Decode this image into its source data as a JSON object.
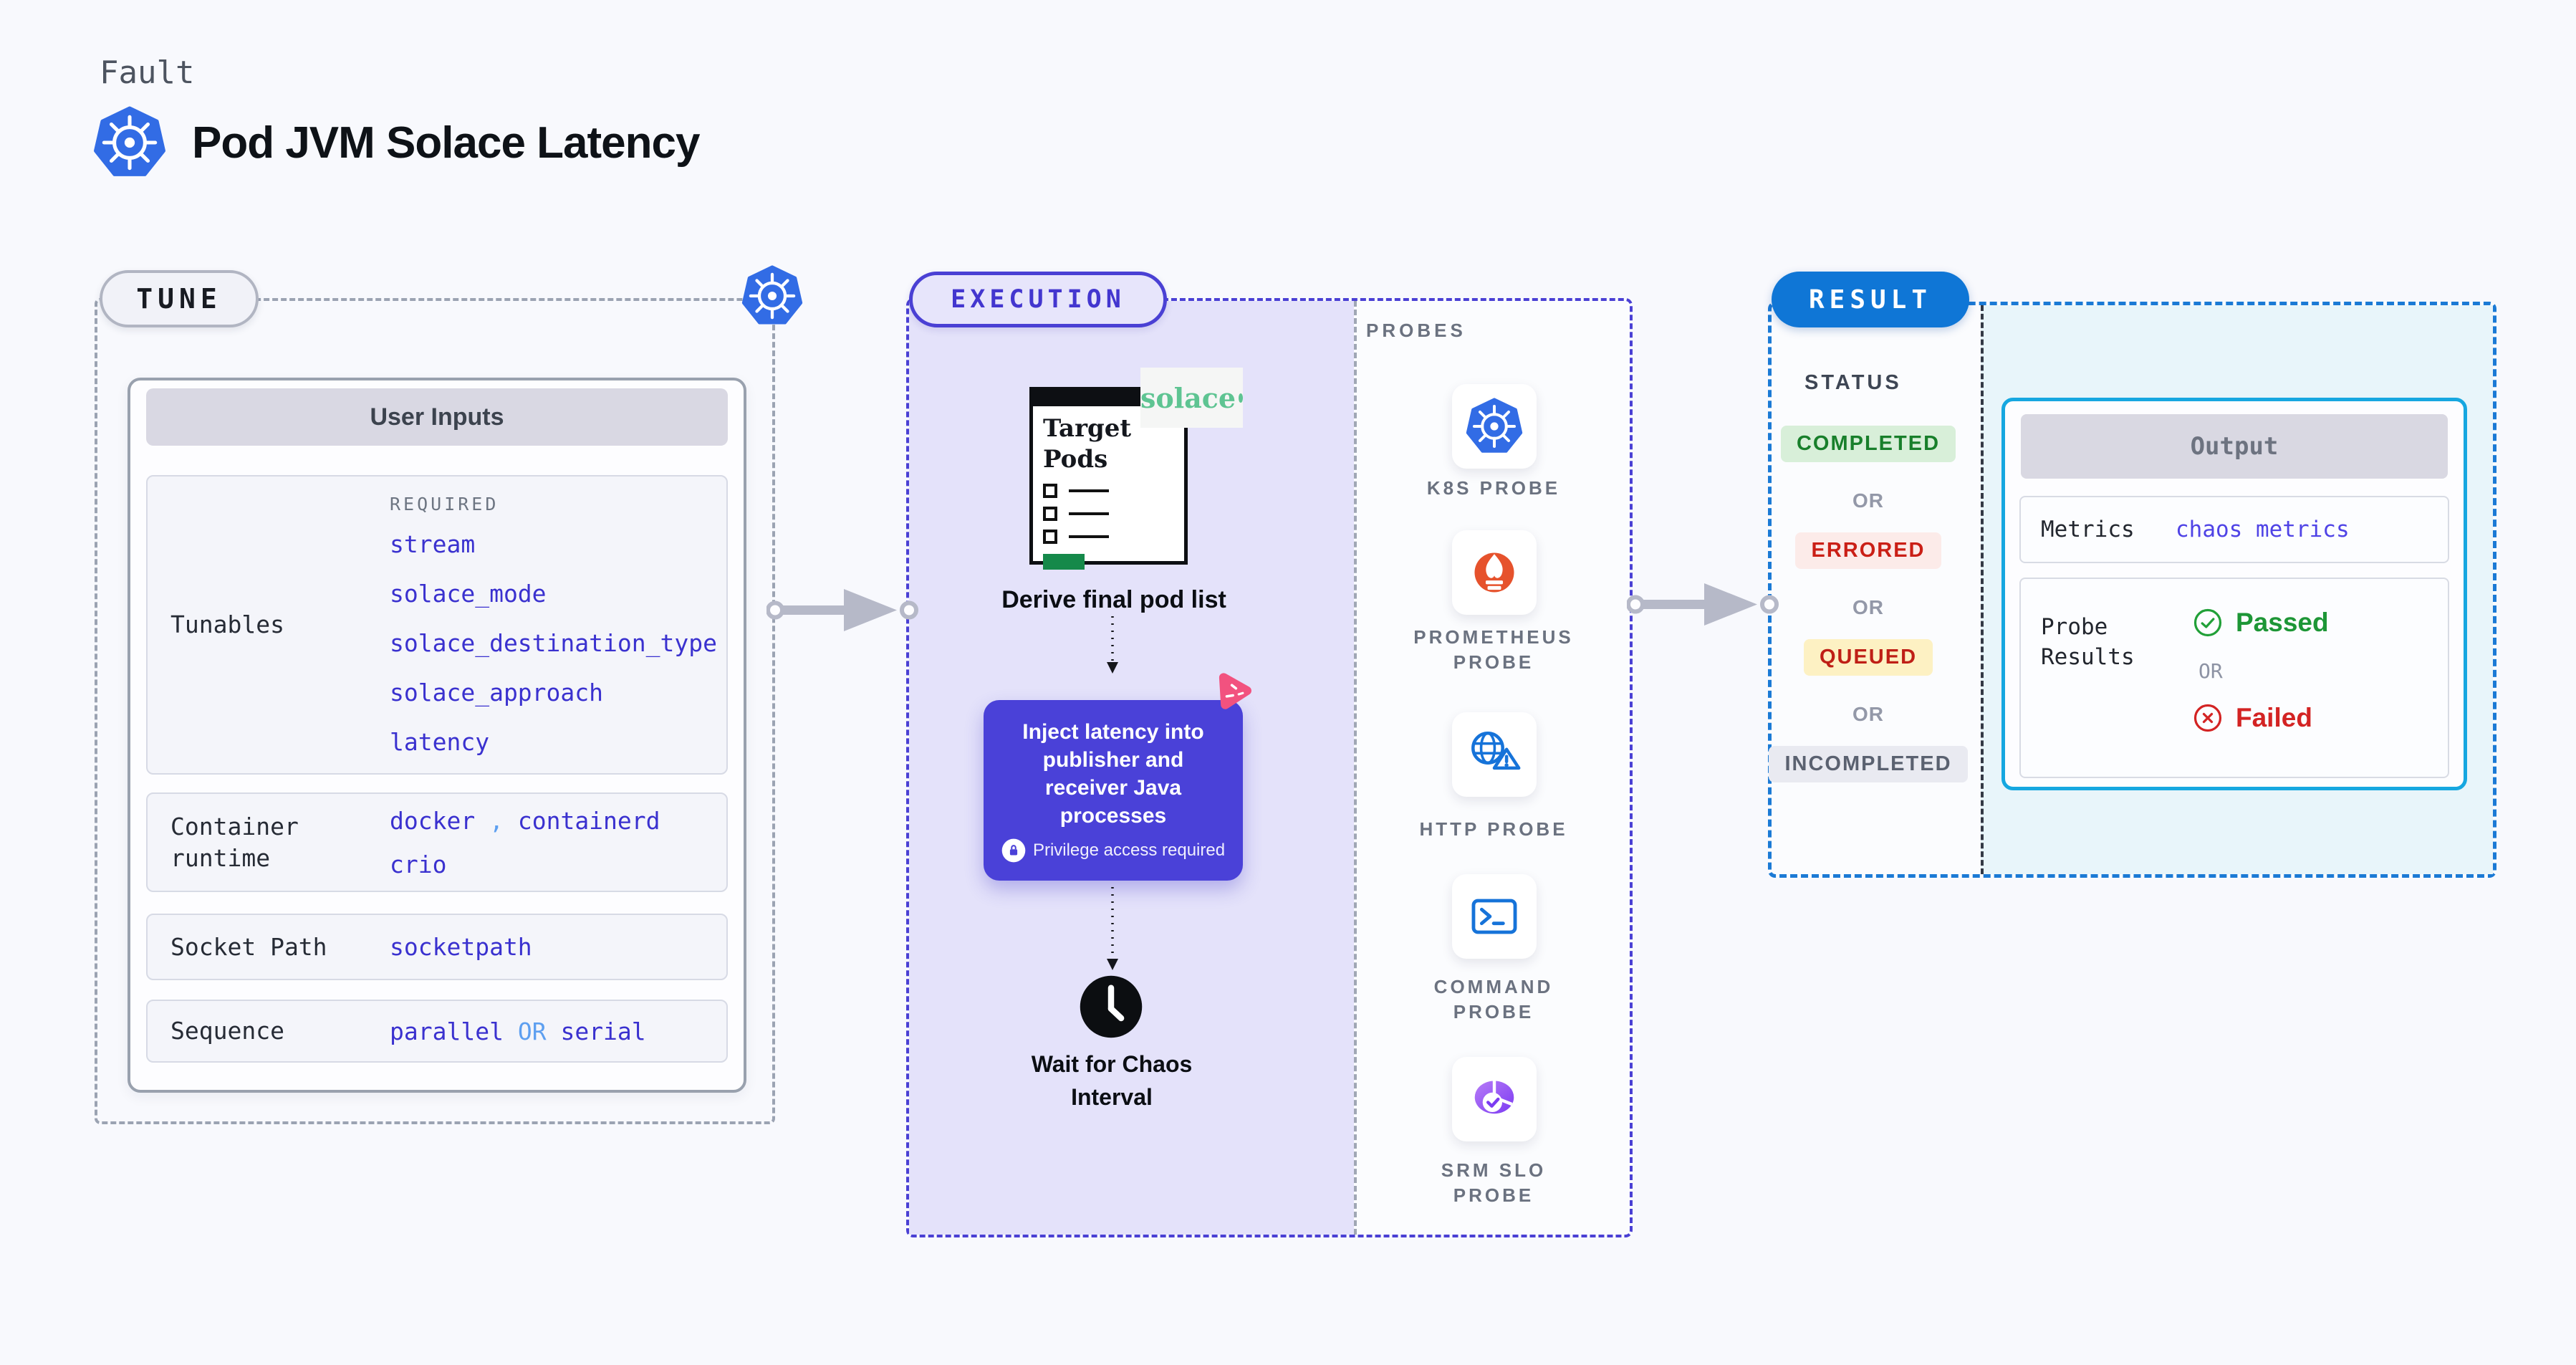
{
  "header": {
    "kicker": "Fault",
    "title": "Pod JVM Solace Latency"
  },
  "tune": {
    "label": "TUNE",
    "table_header": "User Inputs",
    "required_label": "REQUIRED",
    "tunables": {
      "label": "Tunables",
      "values": [
        "stream",
        "solace_mode",
        "solace_destination_type",
        "solace_approach",
        "latency"
      ]
    },
    "container_runtime": {
      "label": "Container\nruntime",
      "value1": "docker",
      "separator": ",",
      "value2": "containerd",
      "value3": "crio"
    },
    "socket_path": {
      "label": "Socket Path",
      "value": "socketpath"
    },
    "sequence": {
      "label": "Sequence",
      "value1": "parallel",
      "or": "OR",
      "value2": "serial"
    }
  },
  "execution": {
    "label": "EXECUTION",
    "doc": {
      "title": "Target\nPods",
      "logo": "solace"
    },
    "step1": "Derive final pod list",
    "inject": {
      "text": "Inject latency into\npublisher and\nreceiver Java\nprocesses",
      "privilege": "Privilege access required"
    },
    "step3": "Wait for Chaos\nInterval"
  },
  "probes": {
    "label": "PROBES",
    "items": [
      {
        "label": "K8S PROBE",
        "icon": "kubernetes-icon"
      },
      {
        "label": "PROMETHEUS\nPROBE",
        "icon": "prometheus-icon"
      },
      {
        "label": "HTTP PROBE",
        "icon": "http-globe-icon"
      },
      {
        "label": "COMMAND\nPROBE",
        "icon": "terminal-icon"
      },
      {
        "label": "SRM SLO\nPROBE",
        "icon": "srm-slo-icon"
      }
    ]
  },
  "result": {
    "label": "RESULT",
    "status_label": "STATUS",
    "or_label": "OR",
    "statuses": [
      {
        "label": "COMPLETED",
        "style": "background:#d8efd9;color:#187f2b"
      },
      {
        "label": "ERRORED",
        "style": "background:#fcebe9;color:#ca1f16"
      },
      {
        "label": "QUEUED",
        "style": "background:#fdf1c3;color:#bf1f16"
      },
      {
        "label": "INCOMPLETED",
        "style": "background:#e9eaf1;color:#5a6170"
      }
    ],
    "output": {
      "header": "Output",
      "metrics_label": "Metrics",
      "metrics_value": "chaos metrics",
      "probe_results_label": "Probe\nResults",
      "passed": "Passed",
      "or": "OR",
      "failed": "Failed"
    }
  },
  "colors": {
    "accent_indigo": "#4a40d4",
    "result_blue": "#0f76d6",
    "output_cyan": "#16a7e0",
    "value_indigo": "#3a31cf",
    "light_blue": "#5d9ff0",
    "passed_green": "#1d9636",
    "failed_red": "#d32323",
    "kubernetes_blue": "#326ce5",
    "solace_green": "#5ec492",
    "prometheus_orange": "#e6522c",
    "chaos_pink": "#f2527f"
  }
}
